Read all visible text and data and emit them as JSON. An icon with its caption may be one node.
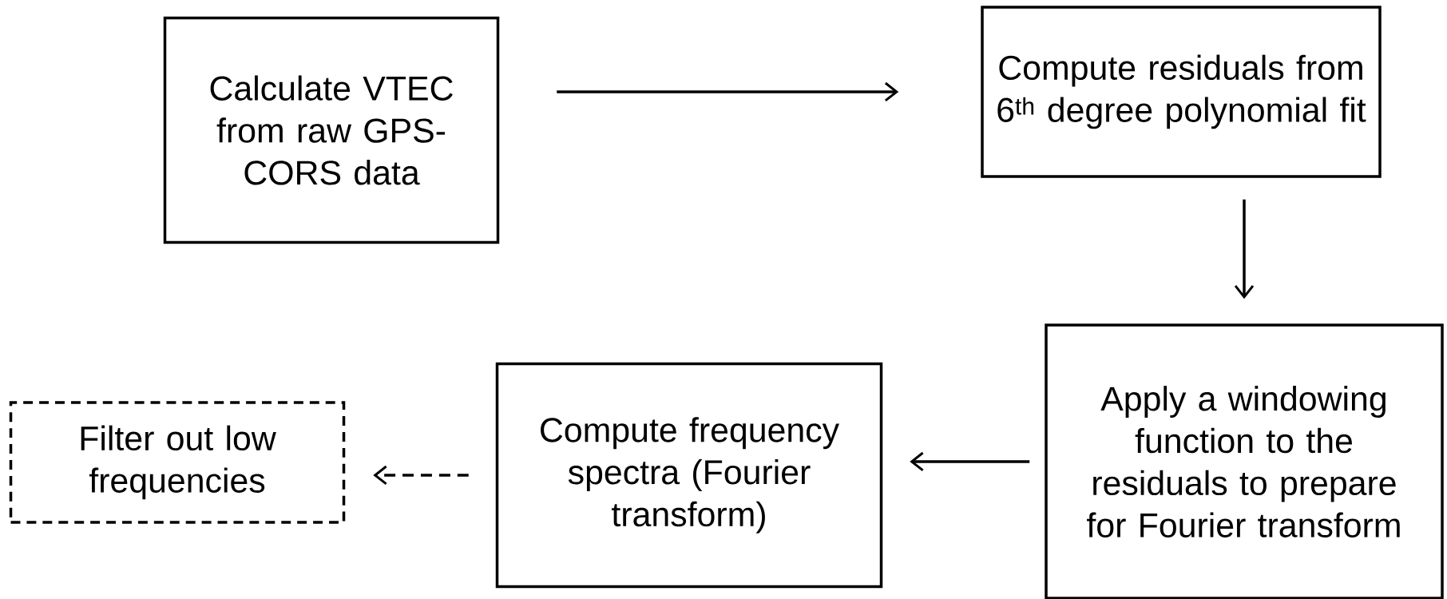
{
  "diagram": {
    "nodes": [
      {
        "text": [
          "Calculate VTEC from raw GPS-CORS data"
        ]
      },
      {
        "text": [
          "Compute residuals from 6$^{th}$ degree polynomial fit"
        ]
      },
      {
        "text": [
          "Apply a windowing function to the residuals to prepare for Fourier transform"
        ]
      },
      {
        "text": [
          "Compute frequency spectra (Fourier transform)"
        ]
      },
      {
        "text": [
          "Filter out low frequencies"
        ]
      }
    ],
    "edges": [
      {
        "from": 0,
        "to": 1,
        "arrow": "to"
      },
      {
        "from": 1,
        "to": 2,
        "arrow": "to"
      },
      {
        "from": 2,
        "to": 3,
        "arrow": "to"
      },
      {
        "from": 3,
        "to": 4,
        "arrow": "to",
        "style": "dashed"
      }
    ]
  }
}
